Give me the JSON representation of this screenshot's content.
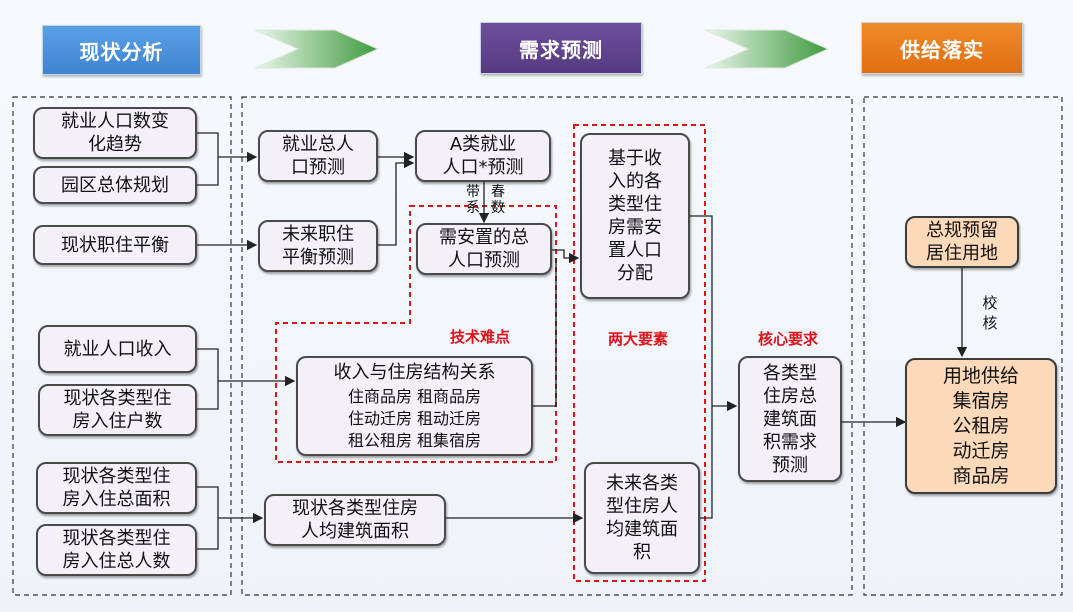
{
  "phases": {
    "current": "现状分析",
    "demand": "需求预测",
    "supply": "供给落实"
  },
  "left": {
    "employment_change": "就业人口数变\n化趋势",
    "park_plan": "园区总体规划",
    "job_housing": "现状职住平衡",
    "employment_income": "就业人口收入",
    "households": "现状各类型住\n房入住户数",
    "total_area": "现状各类型住\n房入住总面积",
    "total_people": "现状各类型住\n房入住总人数"
  },
  "middle": {
    "total_employment": "就业总人\n口预测",
    "future_job_housing": "未来职住\n平衡预测",
    "class_a": "A类就业\n人口*预测",
    "resettle": "需安置的总\n人口预测",
    "income_relation_title": "收入与住房结构关系",
    "income_relation_lines": [
      "住商品房  租商品房",
      "住动迁房  租动迁房",
      "租公租房  租集宿房"
    ],
    "per_capita": "现状各类型住房\n人均建筑面积",
    "distribution": "基于收\n入的各\n类型住\n房需安\n置人口\n分配",
    "future_per_capita": "未来各类\n型住房人\n均建筑面\n积",
    "total_demand": "各类型\n住房总\n建筑面\n积需求\n预测",
    "label_multiplier_left": "带\n系",
    "label_multiplier_right": "春\n数",
    "tech_difficulty": "技术难点",
    "two_elements": "两大要素",
    "core_requirement": "核心要求"
  },
  "right": {
    "reserved_land": "总规预留\n居住用地",
    "verify": "校\n核",
    "land_supply": "用地供给\n集宿房\n公租房\n动迁房\n商品房"
  }
}
